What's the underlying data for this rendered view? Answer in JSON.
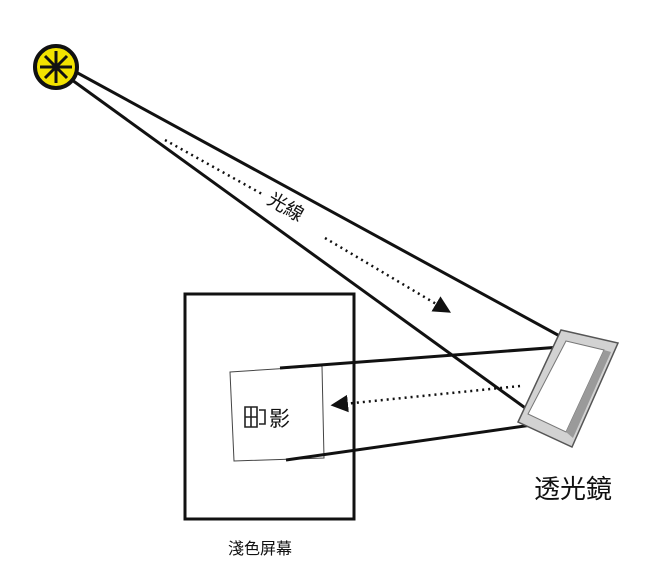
{
  "labels": {
    "light_rays": "光線",
    "shadow": "影",
    "lens": "透光鏡",
    "screen": "淺色屏幕"
  },
  "colors": {
    "ink": "#111111",
    "sun_fill": "#f2e200",
    "lens_face": "#d2d2d2",
    "lens_shade": "#9a9a9a"
  },
  "icons": {
    "light_source": "sun-icon"
  }
}
